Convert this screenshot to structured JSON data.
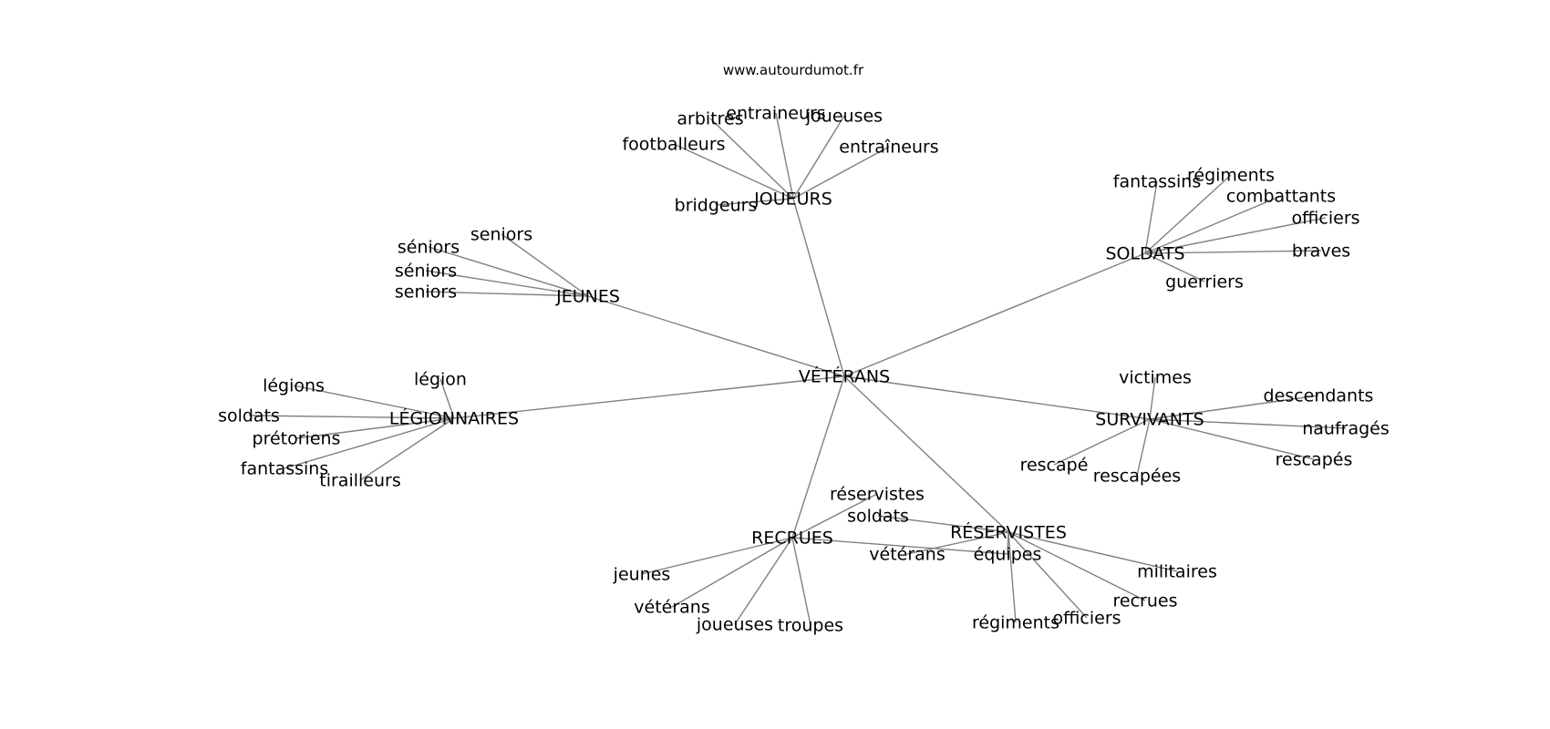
{
  "source": "www.autourdumot.fr",
  "root": "VÉTÉRANS",
  "clusters": [
    {
      "hub": "JOUEURS",
      "words": [
        "arbitres",
        "entraineurs",
        "joueuses",
        "footballeurs",
        "entraîneurs",
        "bridgeurs"
      ]
    },
    {
      "hub": "JEUNES",
      "words": [
        "seniors",
        "séniors",
        "séniors",
        "seniors"
      ]
    },
    {
      "hub": "SOLDATS",
      "words": [
        "fantassins",
        "régiments",
        "combattants",
        "officiers",
        "braves",
        "guerriers"
      ]
    },
    {
      "hub": "LÉGIONNAIRES",
      "words": [
        "légion",
        "légions",
        "soldats",
        "prétoriens",
        "fantassins",
        "tirailleurs"
      ]
    },
    {
      "hub": "SURVIVANTS",
      "words": [
        "victimes",
        "descendants",
        "naufragés",
        "rescapés",
        "rescapé",
        "rescapées"
      ]
    },
    {
      "hub": "RECRUES",
      "words": [
        "réservistes",
        "jeunes",
        "vétérans",
        "joueuses",
        "troupes"
      ]
    },
    {
      "hub": "RÉSERVISTES",
      "words": [
        "soldats",
        "vétérans",
        "équipes",
        "militaires",
        "recrues",
        "officiers",
        "régiments"
      ]
    }
  ],
  "cross_links": [
    {
      "from": "RECRUES",
      "to": "RÉSERVISTES.équipes"
    }
  ]
}
